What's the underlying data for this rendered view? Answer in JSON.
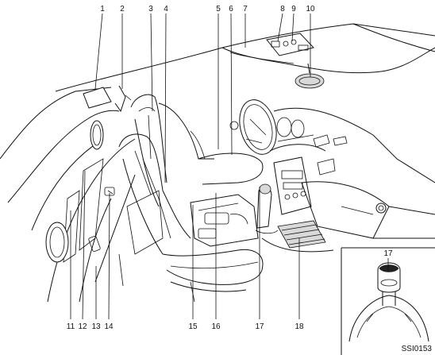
{
  "figure_code": "SSI0153",
  "callouts": [
    "1",
    "2",
    "3",
    "4",
    "5",
    "6",
    "7",
    "8",
    "9",
    "10",
    "11",
    "12",
    "13",
    "14",
    "15",
    "16",
    "17",
    "18"
  ],
  "inset": {
    "callout": "17"
  }
}
